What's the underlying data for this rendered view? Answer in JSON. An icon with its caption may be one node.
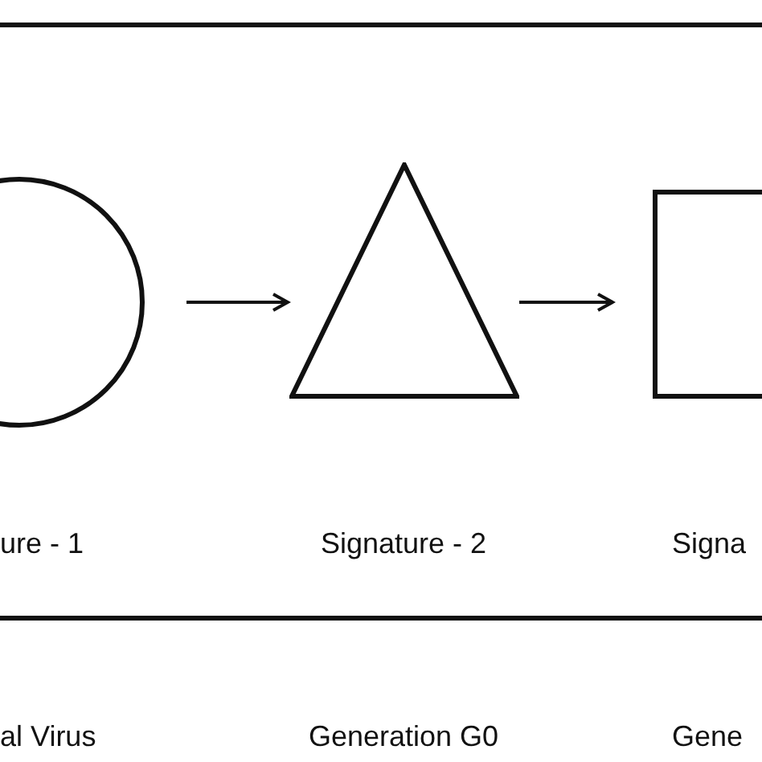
{
  "diagram": {
    "nodes": [
      {
        "text": [
          "ure - 1"
        ]
      },
      {
        "text": [
          "Signature - 2"
        ]
      },
      {
        "text": [
          "Signa"
        ]
      }
    ],
    "edges": [
      {
        "from": 0,
        "to": 1,
        "arrow": "to"
      },
      {
        "from": 1,
        "to": 2,
        "arrow": "to"
      }
    ],
    "labels": [
      "al Virus",
      "Generation G0",
      "Gene"
    ]
  }
}
